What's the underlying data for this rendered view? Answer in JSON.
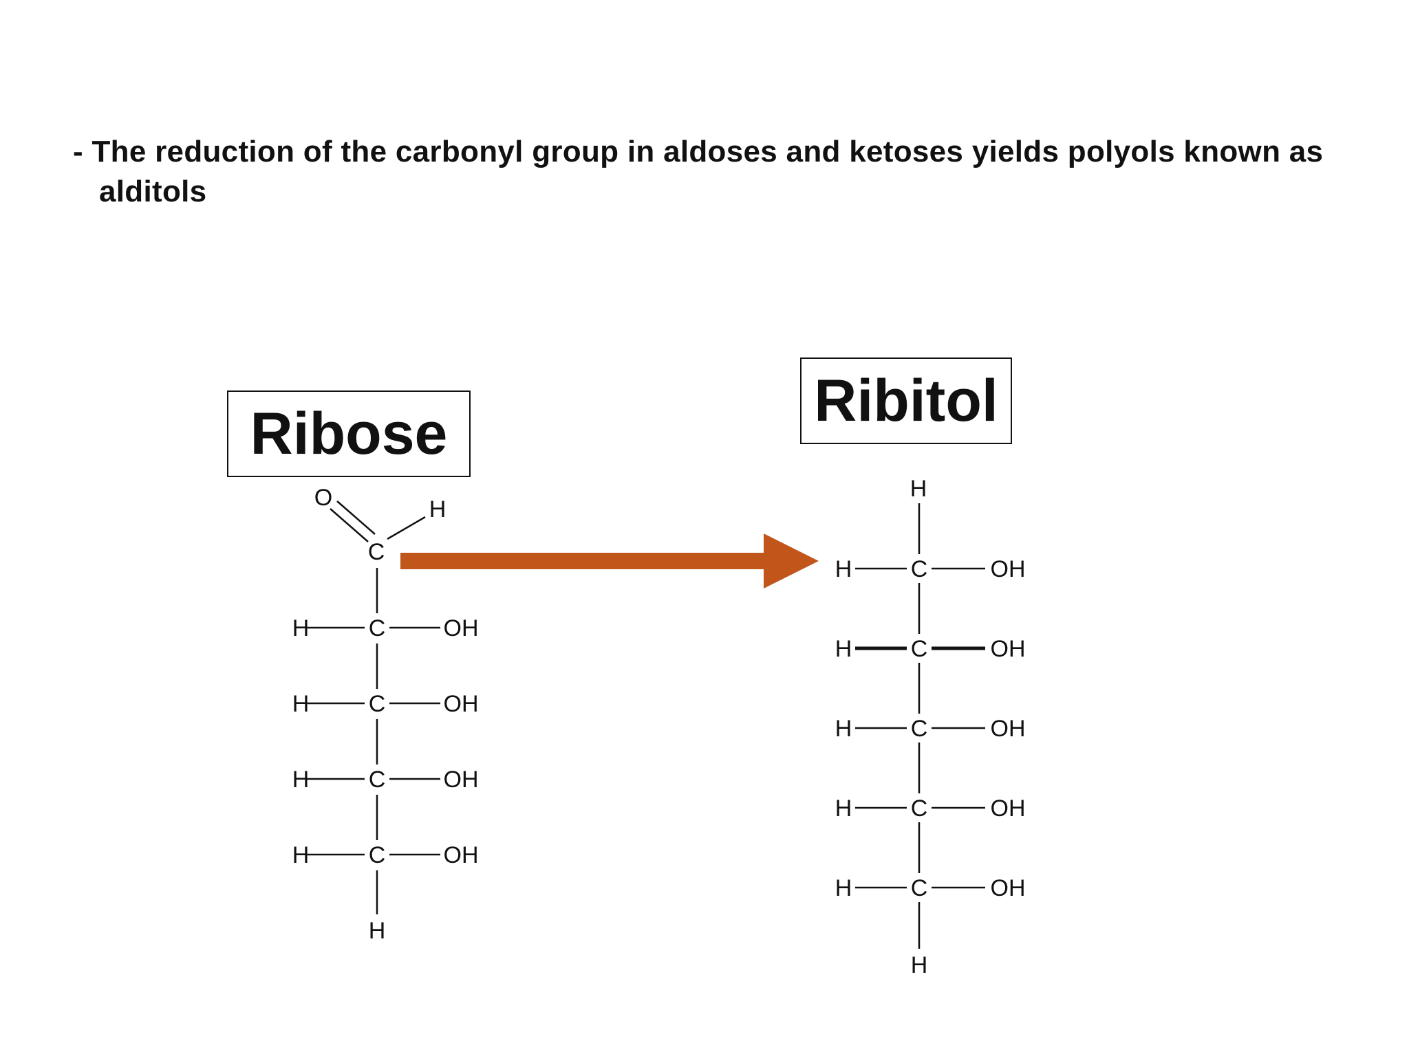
{
  "caption": "- The reduction of the carbonyl group in aldoses and ketoses yields polyols known as alditols",
  "ribose": {
    "name": "Ribose",
    "aldehyde": {
      "oxygen": "O",
      "carbon": "C",
      "hydrogen": "H"
    },
    "rows": [
      {
        "left": "H",
        "center": "C",
        "right": "OH"
      },
      {
        "left": "H",
        "center": "C",
        "right": "OH"
      },
      {
        "left": "H",
        "center": "C",
        "right": "OH"
      },
      {
        "left": "H",
        "center": "C",
        "right": "OH"
      }
    ],
    "bottom": "H"
  },
  "ribitol": {
    "name": "Ribitol",
    "top": "H",
    "rows": [
      {
        "left": "H",
        "center": "C",
        "right": "OH"
      },
      {
        "left": "H",
        "center": "C",
        "right": "OH"
      },
      {
        "left": "H",
        "center": "C",
        "right": "OH"
      },
      {
        "left": "H",
        "center": "C",
        "right": "OH"
      },
      {
        "left": "H",
        "center": "C",
        "right": "OH"
      }
    ],
    "bottom": "H"
  },
  "colors": {
    "arrow": "#c0561a",
    "ink": "#111111"
  }
}
